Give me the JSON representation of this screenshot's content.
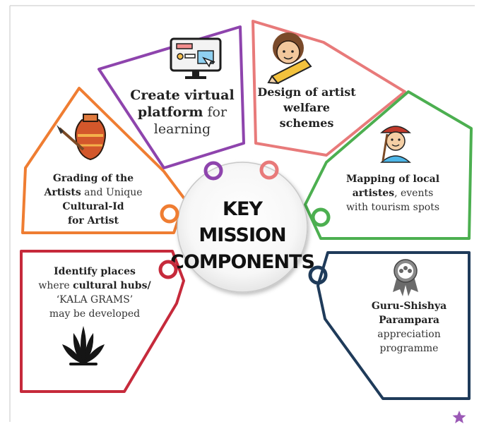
{
  "center": {
    "lines": [
      "KEY",
      "MISSION",
      "COMPONENTS"
    ]
  },
  "segments": [
    {
      "id": "virtual-platform",
      "color": "#8e44ad",
      "icon": "computer-screen-icon",
      "lines": [
        [
          {
            "t": "Create virtual",
            "b": true
          }
        ],
        [
          {
            "t": "platform",
            "b": true
          },
          {
            "t": " for",
            "b": false
          }
        ],
        [
          {
            "t": "learning",
            "b": false
          }
        ]
      ]
    },
    {
      "id": "artist-welfare",
      "color": "#e87a7a",
      "icon": "artist-pencil-icon",
      "lines": [
        [
          {
            "t": "Design of artist",
            "b": true
          }
        ],
        [
          {
            "t": "welfare",
            "b": true
          }
        ],
        [
          {
            "t": "schemes",
            "b": true
          }
        ]
      ]
    },
    {
      "id": "grading-artists",
      "color": "#ef7d32",
      "icon": "vase-brush-icon",
      "lines": [
        [
          {
            "t": "Grading of the",
            "b": true
          }
        ],
        [
          {
            "t": "Artists",
            "b": true
          },
          {
            "t": " and Unique",
            "b": false
          }
        ],
        [
          {
            "t": "Cultural-Id",
            "b": true
          }
        ],
        [
          {
            "t": "for Artist",
            "b": true
          }
        ]
      ]
    },
    {
      "id": "mapping-artistes",
      "color": "#4caf50",
      "icon": "painter-icon",
      "lines": [
        [
          {
            "t": "Mapping of local",
            "b": true
          }
        ],
        [
          {
            "t": "artistes",
            "b": true
          },
          {
            "t": ", events",
            "b": false
          }
        ],
        [
          {
            "t": "with tourism spots",
            "b": false
          }
        ]
      ]
    },
    {
      "id": "cultural-hubs",
      "color": "#c62a3b",
      "icon": "lotus-plant-icon",
      "lines": [
        [
          {
            "t": "Identify places",
            "b": true
          }
        ],
        [
          {
            "t": "where ",
            "b": false
          },
          {
            "t": "cultural hubs/",
            "b": true
          }
        ],
        [
          {
            "t": "‘KALA GRAMS’",
            "b": false
          }
        ],
        [
          {
            "t": "may be developed",
            "b": false
          }
        ]
      ]
    },
    {
      "id": "guru-shishya",
      "color": "#1f3b5a",
      "icon": "award-ribbon-icon",
      "lines": [
        [
          {
            "t": "Guru-Shishya",
            "b": true
          }
        ],
        [
          {
            "t": "Parampara",
            "b": true
          }
        ],
        [
          {
            "t": "appreciation",
            "b": false
          }
        ],
        [
          {
            "t": "programme",
            "b": false
          }
        ]
      ]
    }
  ],
  "corner": {
    "icon": "star-icon",
    "color": "#9b59b6"
  }
}
